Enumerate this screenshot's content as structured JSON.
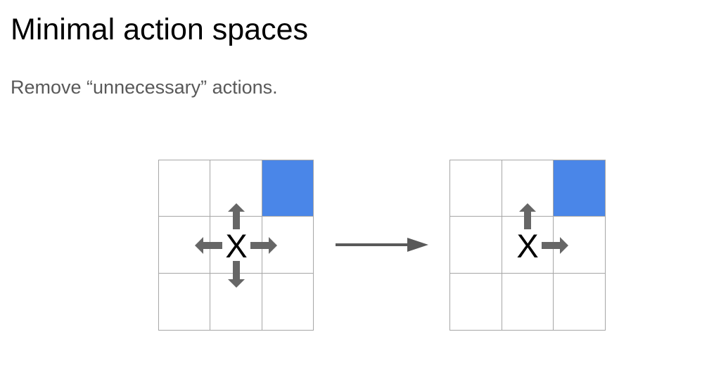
{
  "slide": {
    "title": "Minimal action spaces",
    "subtitle": "Remove “unnecessary” actions."
  },
  "colors": {
    "goal": "#4a86e8",
    "arrow": "#666666",
    "grid_line": "#a6a6a6",
    "agent": "#000000"
  },
  "before_grid": {
    "agent_label": "X",
    "actions": [
      "up-arrow-icon",
      "down-arrow-icon",
      "left-arrow-icon",
      "right-arrow-icon"
    ]
  },
  "after_grid": {
    "agent_label": "X",
    "actions": [
      "up-arrow-icon",
      "right-arrow-icon"
    ]
  },
  "transition_arrow": "right-arrow-icon"
}
